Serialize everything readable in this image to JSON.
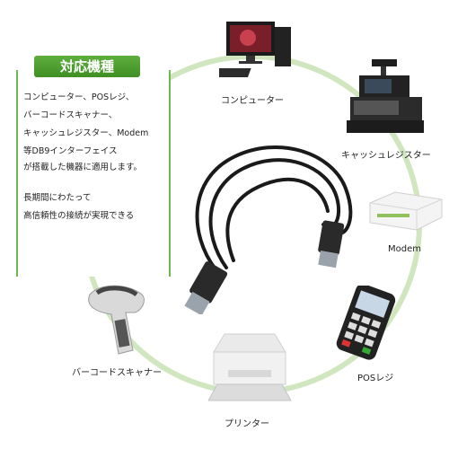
{
  "info": {
    "title": "対応機種",
    "lines": [
      "コンピューター、POSレジ、",
      "バーコードスキャナー、",
      "キャッシュレジスター、Modem",
      "等DB9インターフェイス",
      "が搭載した機器に適用します。"
    ],
    "lines2": [
      "長期間にわたって",
      "高信頼性の接続が実現できる"
    ]
  },
  "devices": {
    "computer": "コンピューター",
    "cash_register": "キャッシュレジスター",
    "modem": "Modem",
    "pos": "POSレジ",
    "printer": "プリンター",
    "scanner": "バーコードスキャナー"
  },
  "colors": {
    "accent": "#4f9f30",
    "ring": "#cfe6bf"
  },
  "icons": [
    "computer-icon",
    "cash-register-icon",
    "modem-icon",
    "pos-terminal-icon",
    "printer-icon",
    "barcode-scanner-icon",
    "cable-image"
  ]
}
